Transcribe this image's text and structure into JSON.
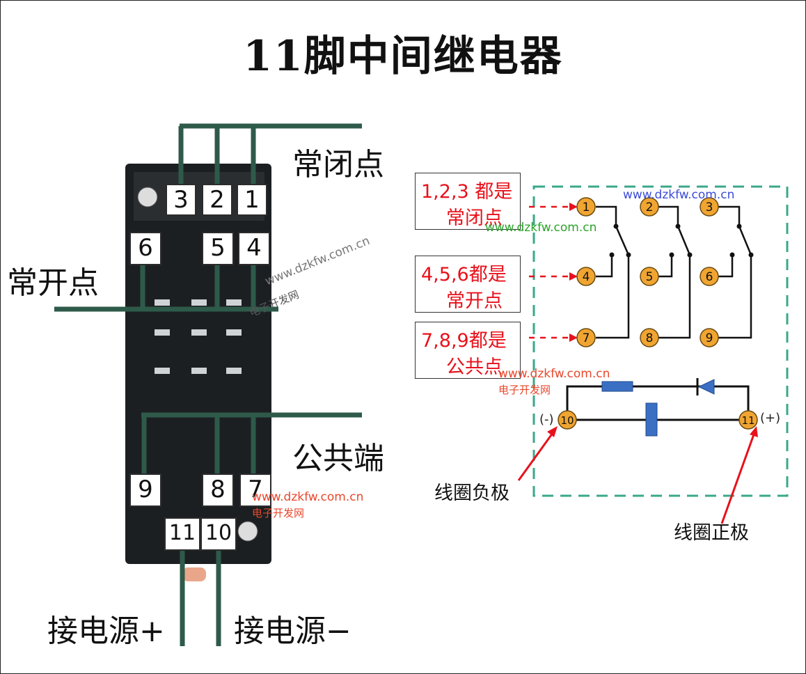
{
  "title": "11脚中间继电器",
  "labels": {
    "normally_closed": "常闭点",
    "normally_open": "常开点",
    "common": "公共端",
    "power_positive": "接电源+",
    "power_negative": "接电源−"
  },
  "socket_pins": {
    "p1": "1",
    "p2": "2",
    "p3": "3",
    "p4": "4",
    "p5": "5",
    "p6": "6",
    "p7": "7",
    "p8": "8",
    "p9": "9",
    "p10": "10",
    "p11": "11"
  },
  "legend": {
    "nc": {
      "line1": "1,2,3 都是",
      "line2": "常闭点"
    },
    "no": {
      "line1": "4,5,6都是",
      "line2": "常开点"
    },
    "com": {
      "line1": "7,8,9都是",
      "line2": "公共点"
    }
  },
  "schematic": {
    "pins": {
      "p1": "1",
      "p2": "2",
      "p3": "3",
      "p4": "4",
      "p5": "5",
      "p6": "6",
      "p7": "7",
      "p8": "8",
      "p9": "9",
      "p10": "10",
      "p11": "11"
    },
    "neg_polarity": "(-)",
    "pos_polarity": "(+)",
    "coil_negative": "线圈负极",
    "coil_positive": "线圈正极"
  },
  "watermarks": {
    "url": "www.dzkfw.com.cn",
    "name": "电子开发网"
  },
  "colors": {
    "wire": "#2e5a4a",
    "pin_circle": "#f0a531",
    "legend_text": "#e8111b",
    "dashed_frame": "#3aa88a",
    "arrow": "#e8111b",
    "coil": "#3a6fc4"
  }
}
